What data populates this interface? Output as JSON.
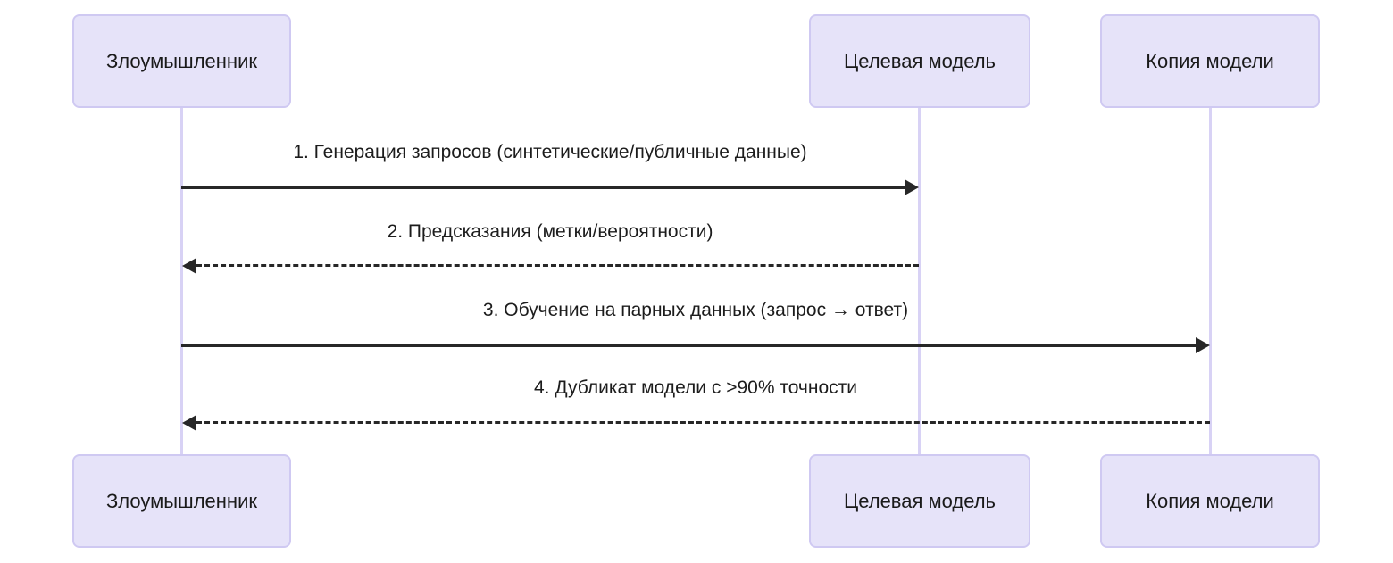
{
  "diagram": {
    "type": "sequence-diagram",
    "background_color": "#ffffff",
    "box_fill_color": "#e6e3f9",
    "box_border_color": "#cfc9f2",
    "lifeline_color": "#d8d2f5",
    "arrow_color": "#272727",
    "participants": [
      {
        "id": "attacker",
        "label": "Злоумышленник"
      },
      {
        "id": "target_model",
        "label": "Целевая модель"
      },
      {
        "id": "model_copy",
        "label": "Копия модели"
      }
    ],
    "participants_bottom": [
      {
        "id": "attacker",
        "label": "Злоумышленник"
      },
      {
        "id": "target_model",
        "label": "Целевая модель"
      },
      {
        "id": "model_copy",
        "label": "Копия модели"
      }
    ],
    "messages": [
      {
        "number": "1",
        "label": "1. Генерация запросов (синтетические/публичные данные)",
        "from": "attacker",
        "to": "target_model",
        "style": "solid",
        "direction": "right"
      },
      {
        "number": "2",
        "label": "2. Предсказания (метки/вероятности)",
        "from": "target_model",
        "to": "attacker",
        "style": "dashed",
        "direction": "left"
      },
      {
        "number": "3",
        "label": "3. Обучение на парных данных (запрос → ответ)",
        "from": "attacker",
        "to": "model_copy",
        "style": "solid",
        "direction": "right"
      },
      {
        "number": "4",
        "label": "4. Дубликат модели с >90% точности",
        "from": "model_copy",
        "to": "attacker",
        "style": "dashed",
        "direction": "left"
      }
    ]
  }
}
